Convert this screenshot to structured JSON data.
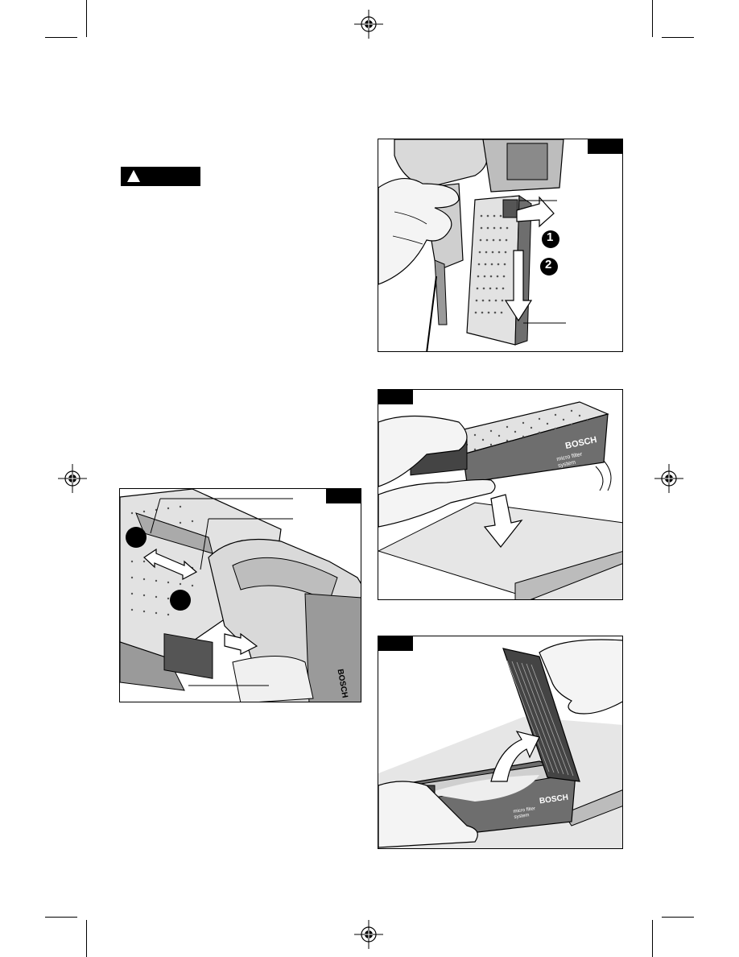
{
  "page": {
    "background": "#ffffff",
    "ink": "#000000"
  },
  "warning": {
    "label": "",
    "icon": "warning-triangle-icon"
  },
  "figures": [
    {
      "id": "fig-extractor-removal",
      "tab_label": "",
      "step_numbers": [
        "1",
        "2"
      ]
    },
    {
      "id": "fig-tap-canister",
      "tab_label": "",
      "brand": "BOSCH",
      "brand_sub": "micro filter system"
    },
    {
      "id": "fig-remove-filter",
      "tab_label": "",
      "brand": "BOSCH",
      "brand_sub": "micro filter system"
    },
    {
      "id": "fig-attach-canister",
      "tab_label": "",
      "brand": "BOSCH"
    }
  ],
  "colors": {
    "tool_body": "#d9d9d9",
    "tool_shadow": "#9a9a9a",
    "canister": "#6e6e6e",
    "filter_dark": "#444444",
    "skin": "#f4f4f4"
  }
}
